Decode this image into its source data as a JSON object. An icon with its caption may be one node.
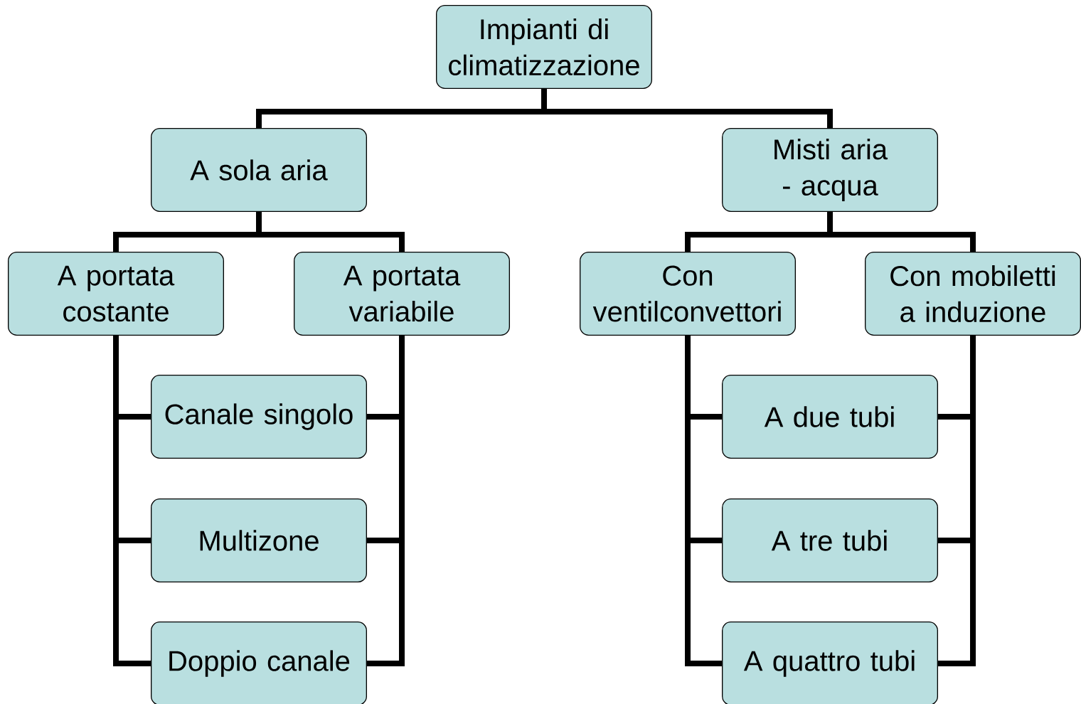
{
  "diagram": {
    "nodes": [
      {
        "text": [
          "Impianti di climatizzazione"
        ]
      },
      {
        "text": [
          "A sola aria"
        ]
      },
      {
        "text": [
          "Misti aria - acqua"
        ]
      },
      {
        "text": [
          "A portata costante"
        ]
      },
      {
        "text": [
          "A portata variabile"
        ]
      },
      {
        "text": [
          "Con ventilconvettori"
        ]
      },
      {
        "text": [
          "Con mobiletti a induzione"
        ]
      },
      {
        "text": [
          "Canale singolo"
        ]
      },
      {
        "text": [
          "Multizone"
        ]
      },
      {
        "text": [
          "Doppio canale"
        ]
      },
      {
        "text": [
          "A due tubi"
        ]
      },
      {
        "text": [
          "A tre tubi"
        ]
      },
      {
        "text": [
          "A quattro tubi"
        ]
      }
    ],
    "edges": [
      {
        "from": 0,
        "to": 1,
        "arrow": "none"
      },
      {
        "from": 0,
        "to": 2,
        "arrow": "none"
      },
      {
        "from": 1,
        "to": 3,
        "arrow": "none"
      },
      {
        "from": 1,
        "to": 4,
        "arrow": "none"
      },
      {
        "from": 2,
        "to": 5,
        "arrow": "none"
      },
      {
        "from": 2,
        "to": 6,
        "arrow": "none"
      },
      {
        "from": 3,
        "to": 7,
        "arrow": "none"
      },
      {
        "from": 3,
        "to": 8,
        "arrow": "none"
      },
      {
        "from": 3,
        "to": 9,
        "arrow": "none"
      },
      {
        "from": 4,
        "to": 7,
        "arrow": "none"
      },
      {
        "from": 4,
        "to": 8,
        "arrow": "none"
      },
      {
        "from": 4,
        "to": 9,
        "arrow": "none"
      },
      {
        "from": 5,
        "to": 10,
        "arrow": "none"
      },
      {
        "from": 5,
        "to": 11,
        "arrow": "none"
      },
      {
        "from": 5,
        "to": 12,
        "arrow": "none"
      },
      {
        "from": 6,
        "to": 10,
        "arrow": "none"
      },
      {
        "from": 6,
        "to": 11,
        "arrow": "none"
      },
      {
        "from": 6,
        "to": 12,
        "arrow": "none"
      }
    ]
  }
}
